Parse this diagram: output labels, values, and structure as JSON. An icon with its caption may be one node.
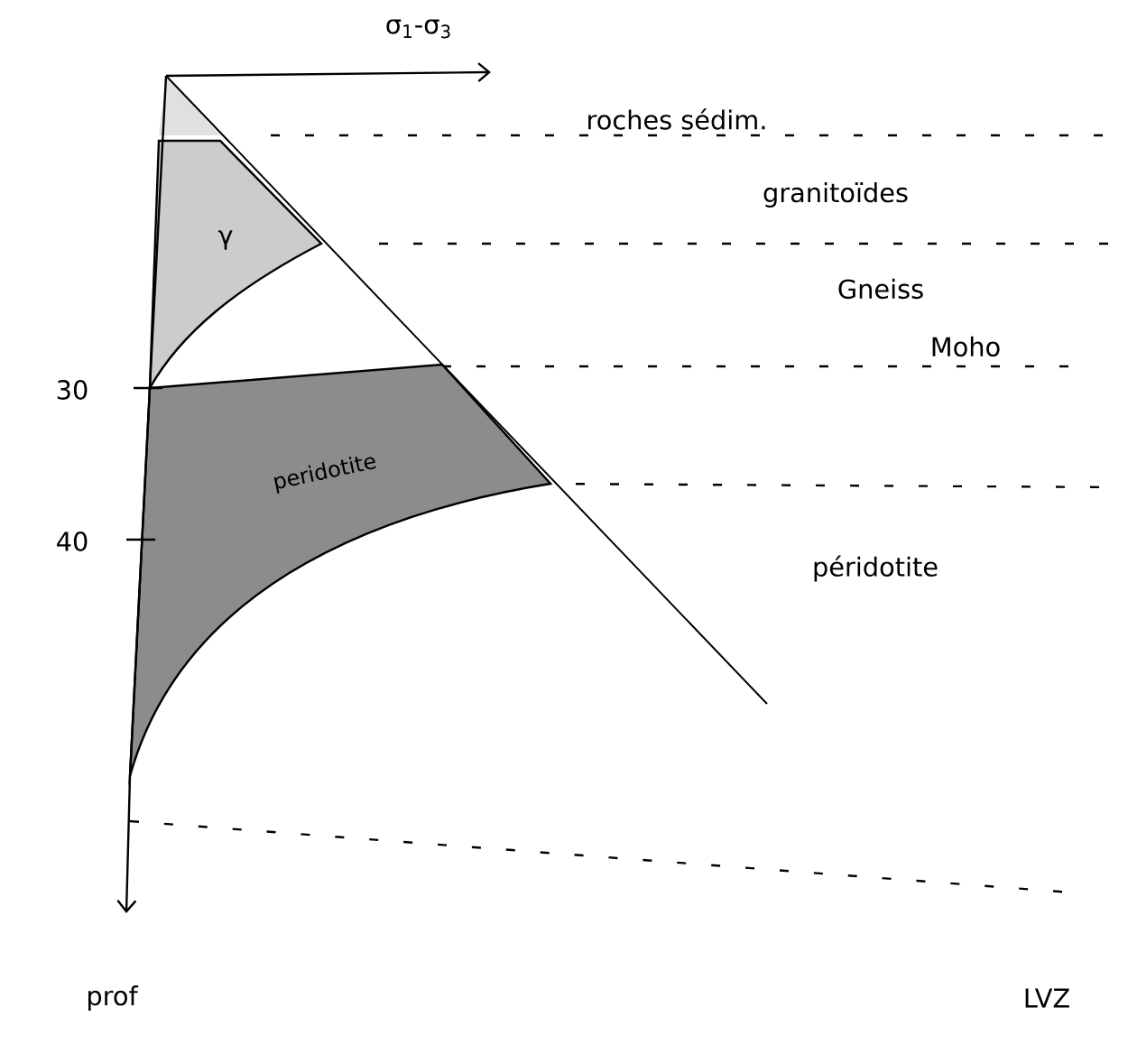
{
  "diagram": {
    "nodes": [
      {
        "text": [
          "γ"
        ]
      },
      {
        "text": [
          "peridotite"
        ]
      }
    ],
    "labels": [
      "σ$_{1}$-σ$_{3}$",
      "roches sédim.",
      "granitoïdes",
      "Gneiss",
      "Moho",
      "30",
      "péridotite",
      "40",
      "prof",
      "LVZ"
    ]
  }
}
